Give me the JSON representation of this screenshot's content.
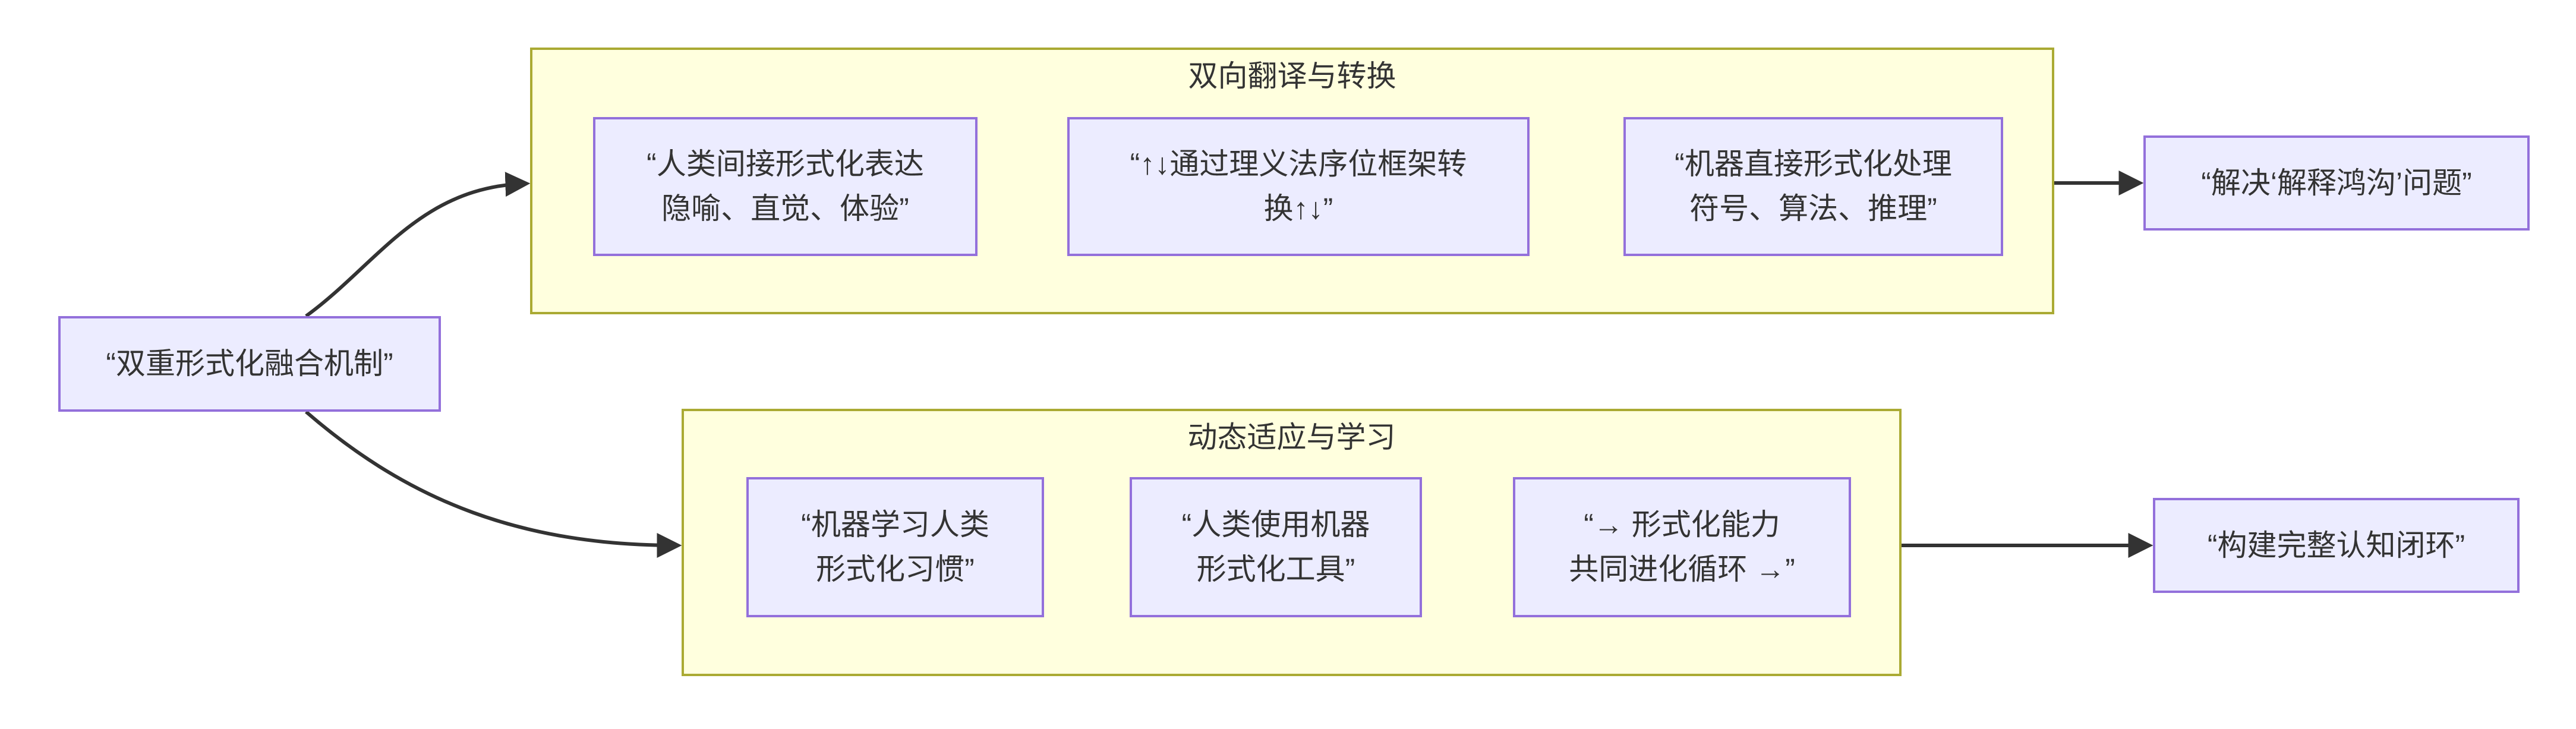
{
  "diagram": {
    "type": "flowchart-LR",
    "colors": {
      "background": "#FFFFFF",
      "node_fill": "#ECECFF",
      "node_border": "#9370DB",
      "cluster_fill": "#FFFFDE",
      "cluster_border": "#AAAA33",
      "edge": "#333333",
      "text": "#333333"
    },
    "root_node": {
      "label": "“双重形式化融合机制”"
    },
    "clusters": [
      {
        "title": "双向翻译与转换",
        "nodes": [
          {
            "line1": "“人类间接形式化表达",
            "line2": "隐喻、直觉、体验”"
          },
          {
            "line1": "“↑↓通过理义法序位框架转",
            "line2": "换↑↓”"
          },
          {
            "line1": "“机器直接形式化处理",
            "line2": "符号、算法、推理”"
          }
        ],
        "result_node": {
          "label": "“解决‘解释鸿沟’问题”"
        }
      },
      {
        "title": "动态适应与学习",
        "nodes": [
          {
            "line1": "“机器学习人类",
            "line2": "形式化习惯”"
          },
          {
            "line1": "“人类使用机器",
            "line2": "形式化工具”"
          },
          {
            "line1": "“→ 形式化能力",
            "line2": "共同进化循环 →”"
          }
        ],
        "result_node": {
          "label": "“构建完整认知闭环”"
        }
      }
    ],
    "edges": [
      {
        "from": "root",
        "to": "cluster-bidirectional-translation"
      },
      {
        "from": "root",
        "to": "cluster-dynamic-adaptation"
      },
      {
        "from": "cluster-bidirectional-translation",
        "to": "result-explanation-gap"
      },
      {
        "from": "cluster-dynamic-adaptation",
        "to": "result-cognitive-loop"
      }
    ]
  }
}
